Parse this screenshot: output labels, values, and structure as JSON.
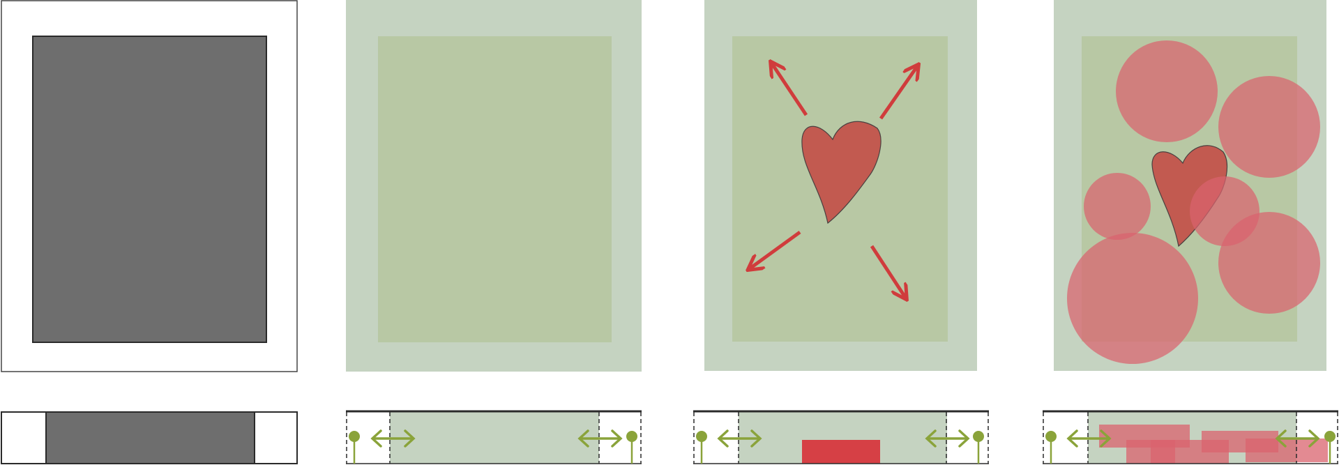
{
  "diagram": {
    "panels": [
      {
        "id": "panel-1",
        "content": "solid-block"
      },
      {
        "id": "panel-2",
        "content": "empty-site"
      },
      {
        "id": "panel-3",
        "content": "heart-with-arrows"
      },
      {
        "id": "panel-4",
        "content": "heart-with-circles"
      }
    ],
    "sections": [
      {
        "id": "section-1",
        "content": "solid-block"
      },
      {
        "id": "section-2",
        "content": "setback-arrows"
      },
      {
        "id": "section-3",
        "content": "setback-arrows-single-block"
      },
      {
        "id": "section-4",
        "content": "setback-arrows-overlapping-blocks"
      }
    ],
    "colors": {
      "solid_gray": "#6e6e6e",
      "outline": "#2a2a2a",
      "site_outer": "#c5d3c1",
      "site_inner": "#b8c8a4",
      "red": "#d64045",
      "red_arrow": "#d03c3c",
      "heart": "#c25a50",
      "bubble": "#d9636e",
      "green_marker": "#8aa33a"
    },
    "icons": [
      "heart-icon",
      "arrow-icon",
      "double-arrow-icon",
      "pin-icon",
      "circle-bubble"
    ]
  }
}
